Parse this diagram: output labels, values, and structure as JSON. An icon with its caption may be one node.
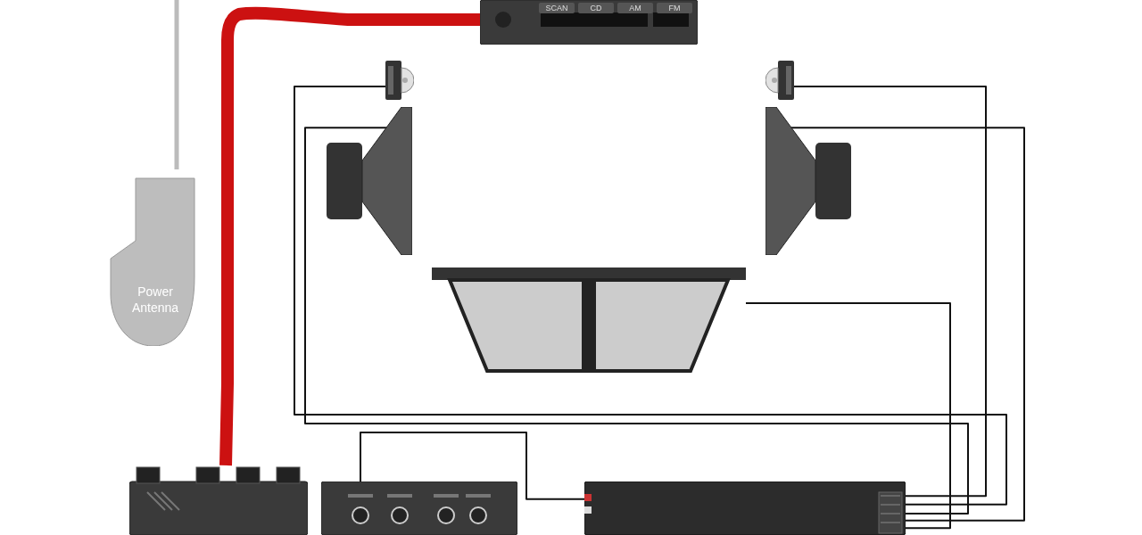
{
  "diagram": {
    "nodes": [
      {
        "text": [
          "SCAN",
          "CD",
          "AM",
          "FM"
        ]
      },
      {
        "text": [
          "Power Antenna"
        ]
      },
      {
        "text": [],
        "shape": "picture"
      },
      {
        "text": [],
        "shape": "picture"
      },
      {
        "text": [],
        "shape": "picture"
      },
      {
        "text": [],
        "shape": "picture"
      },
      {
        "text": [],
        "shape": "picture"
      },
      {
        "text": [],
        "shape": "picture"
      },
      {
        "text": [],
        "shape": "picture"
      },
      {
        "text": [],
        "shape": "picture"
      }
    ],
    "edges": [
      {
        "from": 0,
        "to": 7,
        "arrow": "none",
        "style": "thick",
        "color": "#cc1111"
      },
      {
        "from": 8,
        "to": 9,
        "arrow": "none"
      },
      {
        "from": 9,
        "to": 3,
        "arrow": "none"
      },
      {
        "from": 9,
        "to": 2,
        "arrow": "none"
      },
      {
        "from": 9,
        "to": 4,
        "arrow": "none"
      },
      {
        "from": 9,
        "to": 5,
        "arrow": "none"
      },
      {
        "from": 9,
        "to": 6,
        "arrow": "none"
      }
    ]
  }
}
